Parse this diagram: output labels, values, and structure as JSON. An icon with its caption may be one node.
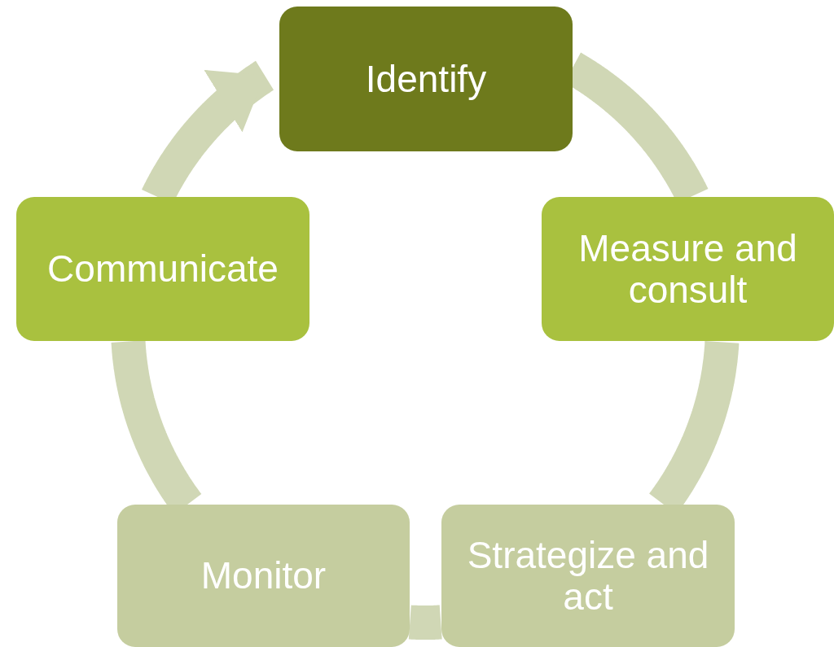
{
  "diagram": {
    "nodes": [
      {
        "text": [
          "Identify"
        ]
      },
      {
        "text": [
          "Measure and consult"
        ]
      },
      {
        "text": [
          "Strategize and act"
        ]
      },
      {
        "text": [
          "Monitor"
        ]
      },
      {
        "text": [
          "Communicate"
        ]
      }
    ],
    "edges": [
      {
        "from": 0,
        "to": 1,
        "arrow": "none"
      },
      {
        "from": 1,
        "to": 2,
        "arrow": "none"
      },
      {
        "from": 2,
        "to": 3,
        "arrow": "none"
      },
      {
        "from": 3,
        "to": 4,
        "arrow": "none"
      },
      {
        "from": 4,
        "to": 0,
        "arrow": "to"
      }
    ]
  }
}
